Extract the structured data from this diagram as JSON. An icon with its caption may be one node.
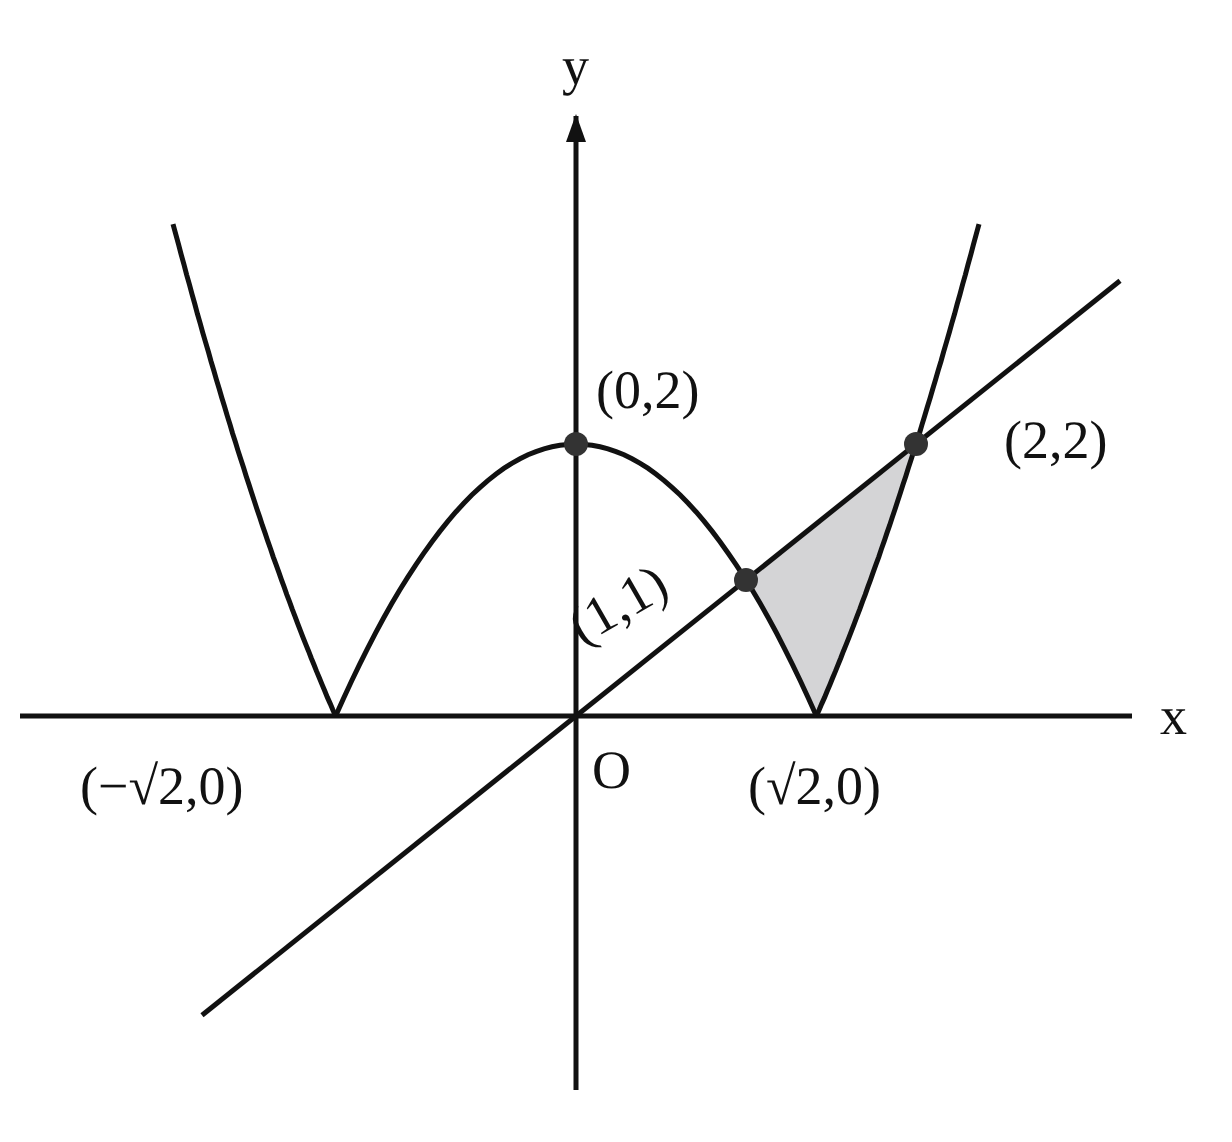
{
  "diagram": {
    "labels": [
      "y",
      "(0,2)",
      "(2,2)",
      "(1,1)",
      "x",
      "(−√2,0)",
      "O",
      "(√2,0)"
    ]
  }
}
